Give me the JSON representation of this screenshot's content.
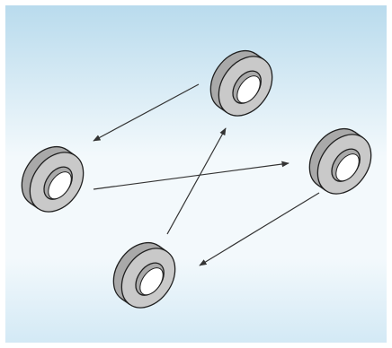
{
  "diagram": {
    "background": {
      "gradient_top": "#b9dbed",
      "gradient_mid": "#f3f9fc",
      "gradient_bottom": "#d3e9f5"
    },
    "colors": {
      "ring_side": "#a9a9a9",
      "ring_face": "#c9c9c9",
      "ring_hole": "#ffffff",
      "ring_stroke": "#1f1f1f",
      "arrow": "#333333"
    },
    "rings": [
      {
        "id": "top"
      },
      {
        "id": "left"
      },
      {
        "id": "right"
      },
      {
        "id": "bottom"
      }
    ],
    "connections": [
      {
        "from": "top",
        "to": "left"
      },
      {
        "from": "left",
        "to": "right"
      },
      {
        "from": "bottom",
        "to": "top"
      },
      {
        "from": "right",
        "to": "bottom"
      }
    ]
  }
}
